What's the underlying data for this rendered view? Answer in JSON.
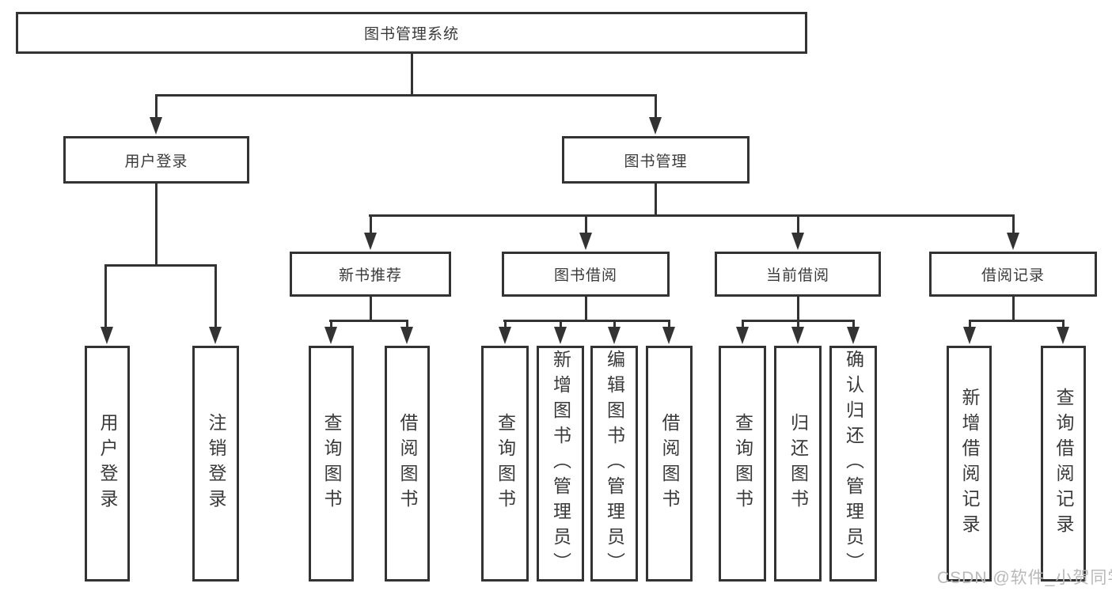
{
  "diagram": {
    "root": {
      "label": "图书管理系统"
    },
    "user_login": {
      "label": "用户登录",
      "children": [
        {
          "label": "用户登录"
        },
        {
          "label": "注销登录"
        }
      ]
    },
    "book_mgmt": {
      "label": "图书管理",
      "children": [
        {
          "label": "新书推荐",
          "children": [
            {
              "label": "查询图书"
            },
            {
              "label": "借阅图书"
            }
          ]
        },
        {
          "label": "图书借阅",
          "children": [
            {
              "label": "查询图书"
            },
            {
              "label": "新增图书（管理员）"
            },
            {
              "label": "编辑图书（管理员）"
            },
            {
              "label": "借阅图书"
            }
          ]
        },
        {
          "label": "当前借阅",
          "children": [
            {
              "label": "查询图书"
            },
            {
              "label": "归还图书"
            },
            {
              "label": "确认归还（管理员）"
            }
          ]
        },
        {
          "label": "借阅记录",
          "children": [
            {
              "label": "新增借阅记录"
            },
            {
              "label": "查询借阅记录"
            }
          ]
        }
      ]
    }
  },
  "watermark": "CSDN @软件_小贺同学",
  "colors": {
    "line": "#333333",
    "text": "#3a3a3a",
    "watermark": "#b9b9b9",
    "background": "#ffffff"
  }
}
